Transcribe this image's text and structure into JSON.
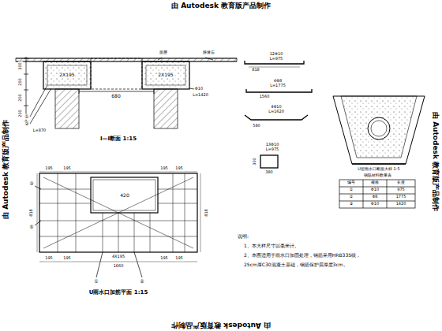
{
  "diagram": {
    "labels": [
      "由 Autodesk 教育版产品制作",
      "由 Autodesk 教育版产品制作",
      "由 Autodesk 教育版产品制作",
      "由 Autodesk 教育版产品制作",
      "面层",
      "路缘石",
      "300",
      "200",
      "200",
      "200",
      "2X195",
      "2X195",
      "680",
      "Φ10",
      "L=1420",
      "①",
      "②",
      "L=870",
      "I—I断面 1:15",
      "12Φ10",
      "L=975",
      "818",
      "4Φ8",
      "L=1775",
      "1560",
      "4Φ10",
      "L=1620",
      "580",
      "13Φ10",
      "L=975",
      "300",
      "380",
      "U型雨水口断面大样 1:5",
      "钢筋材料数量表",
      "编号",
      "规格",
      "长度",
      "①",
      "Φ10",
      "975",
      "②",
      "Φ8",
      "1775",
      "③",
      "Φ10",
      "1420",
      "195",
      "195",
      "195",
      "195",
      "420",
      "818",
      "818",
      "③",
      "⑤",
      "195",
      "195",
      "195",
      "195",
      "4X195",
      "1660",
      "①",
      "②",
      "U雨水口加筋平面 1:15",
      "说明:",
      "1、本大样尺寸以毫米计。",
      "2、本图适用于雨水口加固处理，钢筋采用HRB335级，",
      "25cm厚C30混凝土基础，钢筋保护层厚度3cm。"
    ]
  }
}
